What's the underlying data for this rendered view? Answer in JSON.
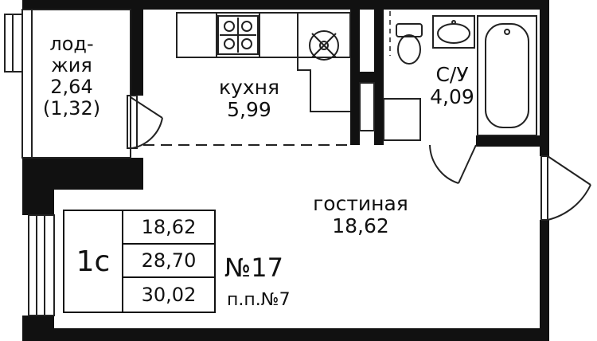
{
  "rooms": {
    "loggia": {
      "name_line1": "лод-",
      "name_line2": "жия",
      "area": "2,64",
      "area_reduced": "(1,32)"
    },
    "kitchen": {
      "name": "кухня",
      "area": "5,99"
    },
    "bathroom": {
      "name": "С/У",
      "area": "4,09"
    },
    "living": {
      "name": "гостиная",
      "area": "18,62"
    }
  },
  "info": {
    "type": "1с",
    "areas": [
      "18,62",
      "28,70",
      "30,02"
    ]
  },
  "apartment": {
    "number": "№17",
    "plan_number": "п.п.№7"
  },
  "colors": {
    "wall": "#111111",
    "line": "#222222",
    "background": "#ffffff"
  },
  "icons": [
    "stove-icon",
    "sink-icon",
    "toilet-icon",
    "bathtub-icon",
    "washbasin-icon"
  ]
}
